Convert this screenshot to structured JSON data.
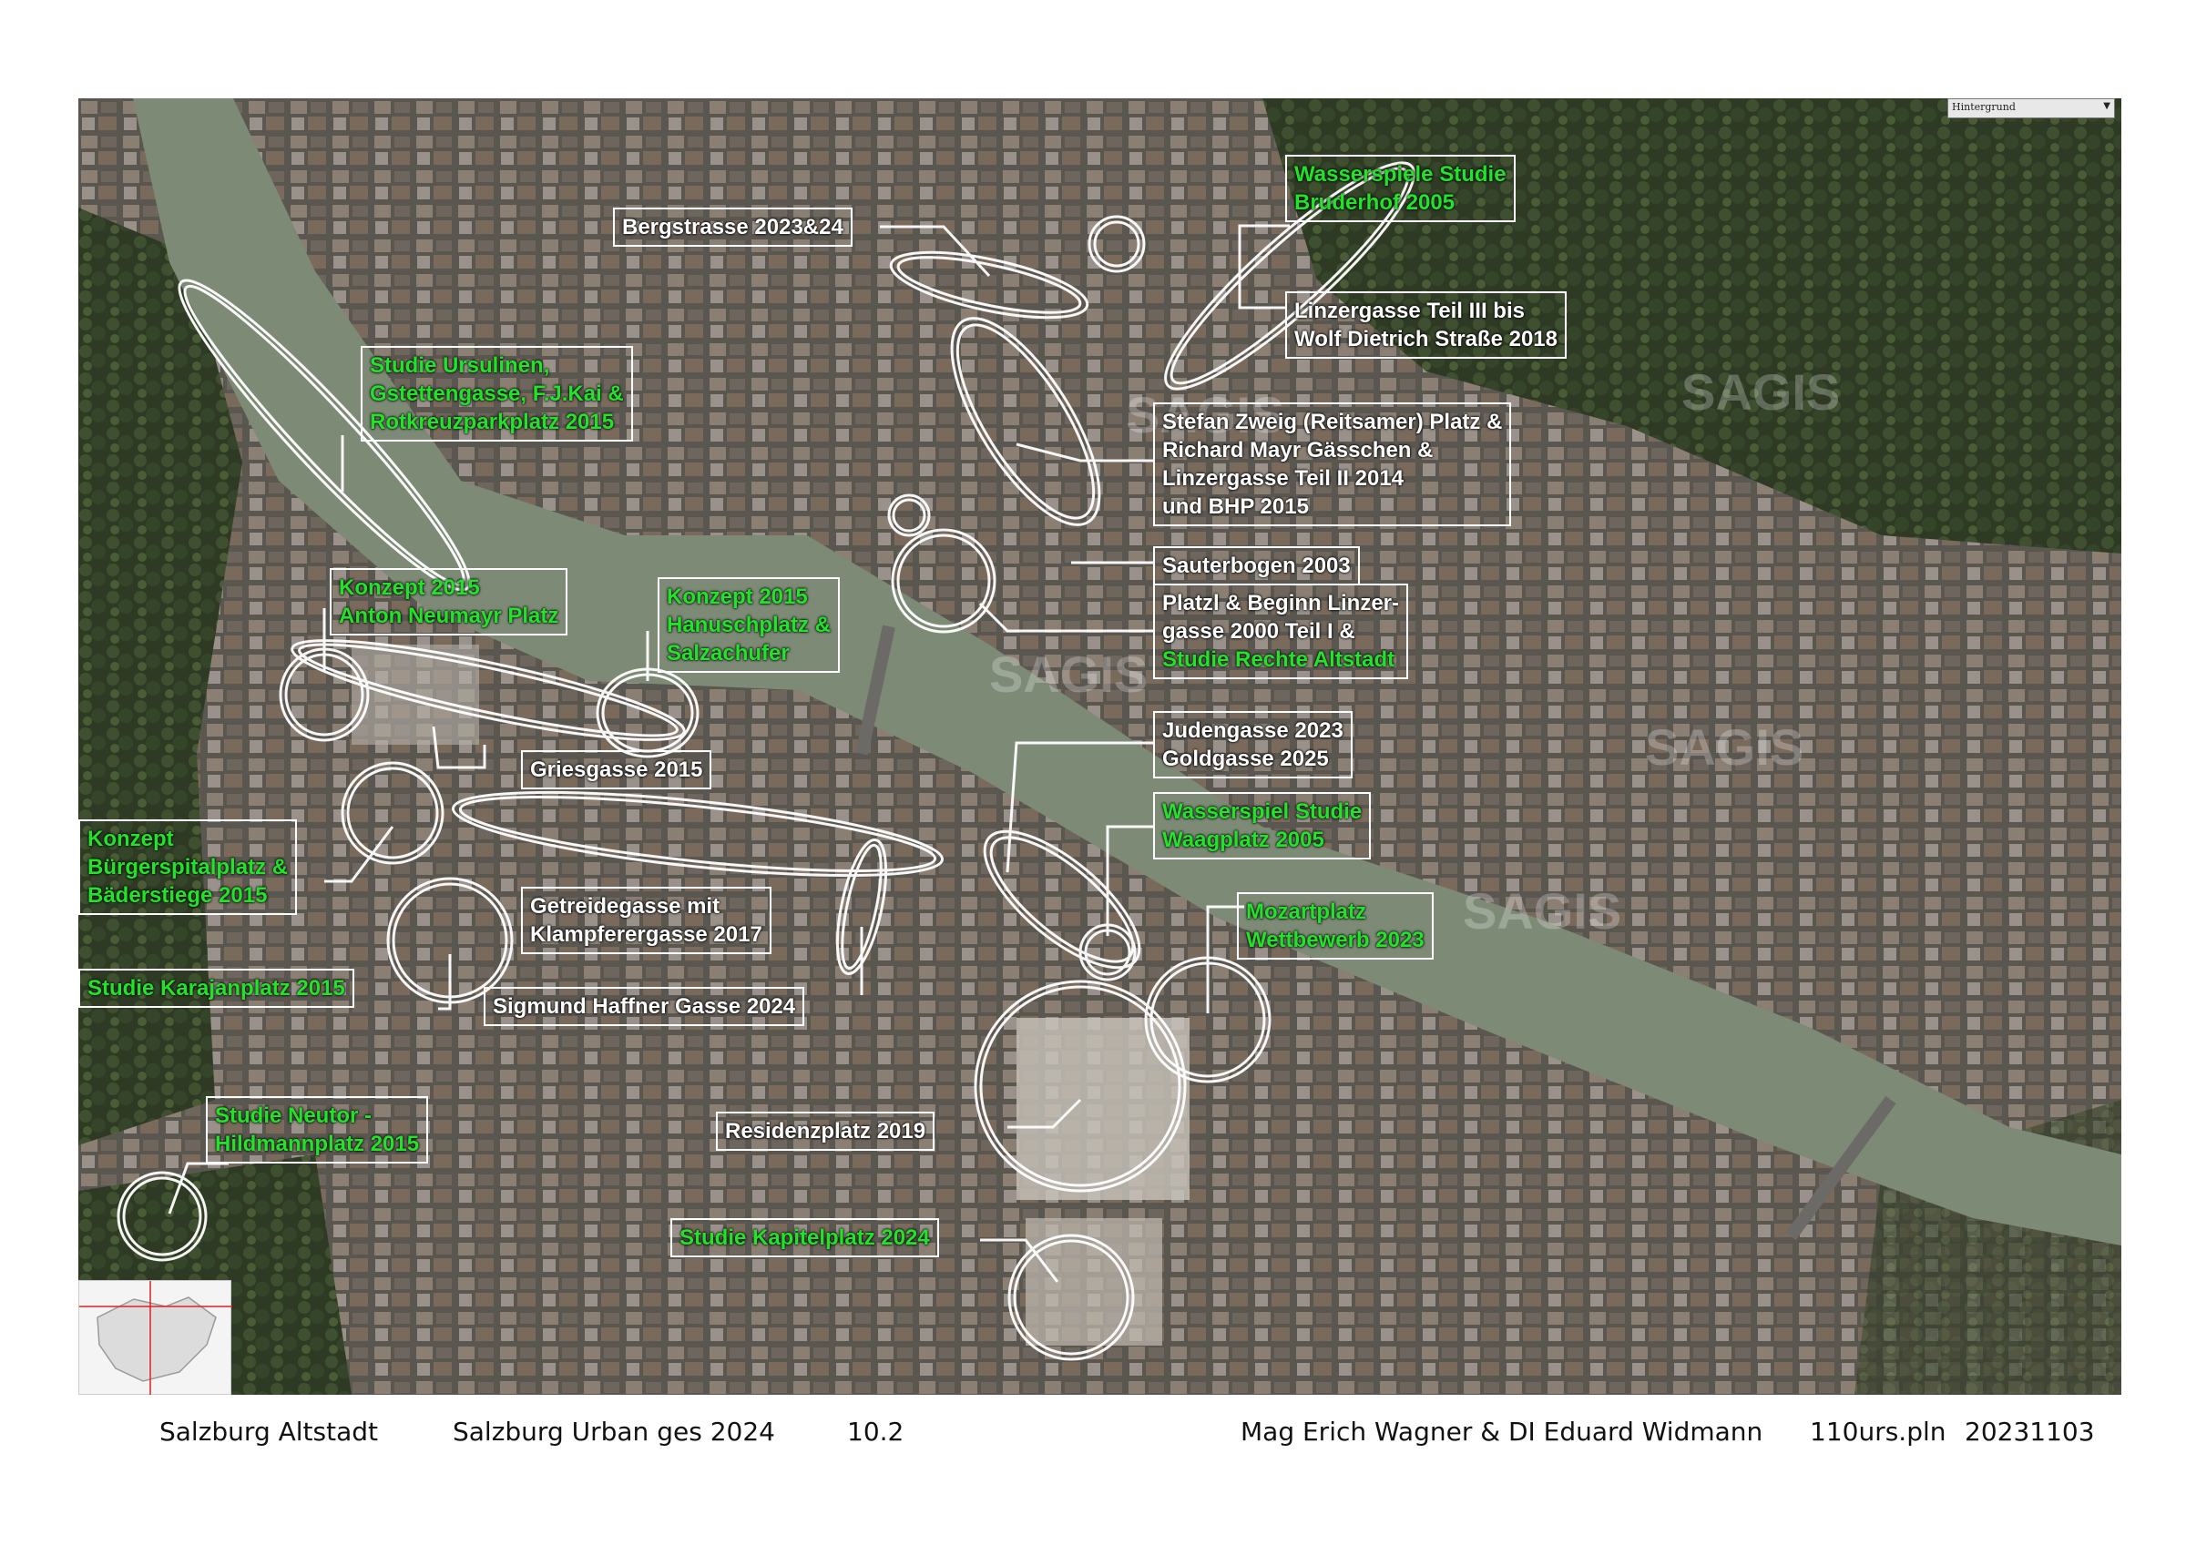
{
  "map": {
    "background_selector": "Hintergrund",
    "watermark": "SAGIS",
    "labels": [
      {
        "id": "bergstrasse",
        "text": "Bergstrasse 2023&24",
        "color": "white"
      },
      {
        "id": "wasserspiele-bruderhof",
        "text": "Wasserspiele Studie\nBruderhof 2005",
        "color": "green"
      },
      {
        "id": "linzergasse-3",
        "text": "Linzergasse Teil III bis\nWolf Dietrich Straße 2018",
        "color": "white"
      },
      {
        "id": "ursulinen",
        "text": "Studie Ursulinen,\nGstettengasse, F.J.Kai &\nRotkreuzparkplatz 2015",
        "color": "green"
      },
      {
        "id": "stefan-zweig",
        "text": "Stefan Zweig (Reitsamer) Platz &\nRichard Mayr Gässchen &\nLinzergasse Teil II 2014\nund BHP 2015",
        "color": "white"
      },
      {
        "id": "sauterbogen",
        "text": "Sauterbogen 2003",
        "color": "white"
      },
      {
        "id": "platzl",
        "text": "Platzl & Beginn Linzer-\ngasse 2000 Teil I &",
        "color": "white"
      },
      {
        "id": "rechte-altstadt",
        "text": "Studie Rechte Altstadt",
        "color": "green"
      },
      {
        "id": "neumayr",
        "text": "Konzept 2015\nAnton Neumayr Platz",
        "color": "green"
      },
      {
        "id": "hanusch",
        "text": "Konzept 2015\nHanuschplatz &\nSalzachufer",
        "color": "green"
      },
      {
        "id": "judengasse",
        "text": "Judengasse 2023\nGoldgasse 2025",
        "color": "white"
      },
      {
        "id": "griesgasse",
        "text": "Griesgasse 2015",
        "color": "white"
      },
      {
        "id": "waagplatz",
        "text": "Wasserspiel Studie\nWaagplatz 2005",
        "color": "green"
      },
      {
        "id": "buergerspital",
        "text": "Konzept\nBürgerspitalplatz &\nBäderstiege 2015",
        "color": "green"
      },
      {
        "id": "getreidegasse",
        "text": "Getreidegasse mit\nKlampferergasse 2017",
        "color": "white"
      },
      {
        "id": "mozartplatz",
        "text": "Mozartplatz\nWettbewerb 2023",
        "color": "green"
      },
      {
        "id": "karajanplatz",
        "text": "Studie Karajanplatz 2015",
        "color": "green"
      },
      {
        "id": "haffner",
        "text": "Sigmund Haffner Gasse 2024",
        "color": "white"
      },
      {
        "id": "neutor",
        "text": "Studie Neutor -\nHildmannplatz 2015",
        "color": "green"
      },
      {
        "id": "residenzplatz",
        "text": "Residenzplatz 2019",
        "color": "white"
      },
      {
        "id": "kapitelplatz",
        "text": "Studie Kapitelplatz 2024",
        "color": "green"
      }
    ]
  },
  "colors": {
    "green": "#22e32a",
    "white": "#ffffff"
  },
  "footer": {
    "place": "Salzburg Altstadt",
    "project": "Salzburg Urban ges 2024",
    "number": "10.2",
    "authors": "Mag Erich Wagner & DI Eduard Widmann",
    "file": "110urs.pln",
    "date": "20231103"
  }
}
